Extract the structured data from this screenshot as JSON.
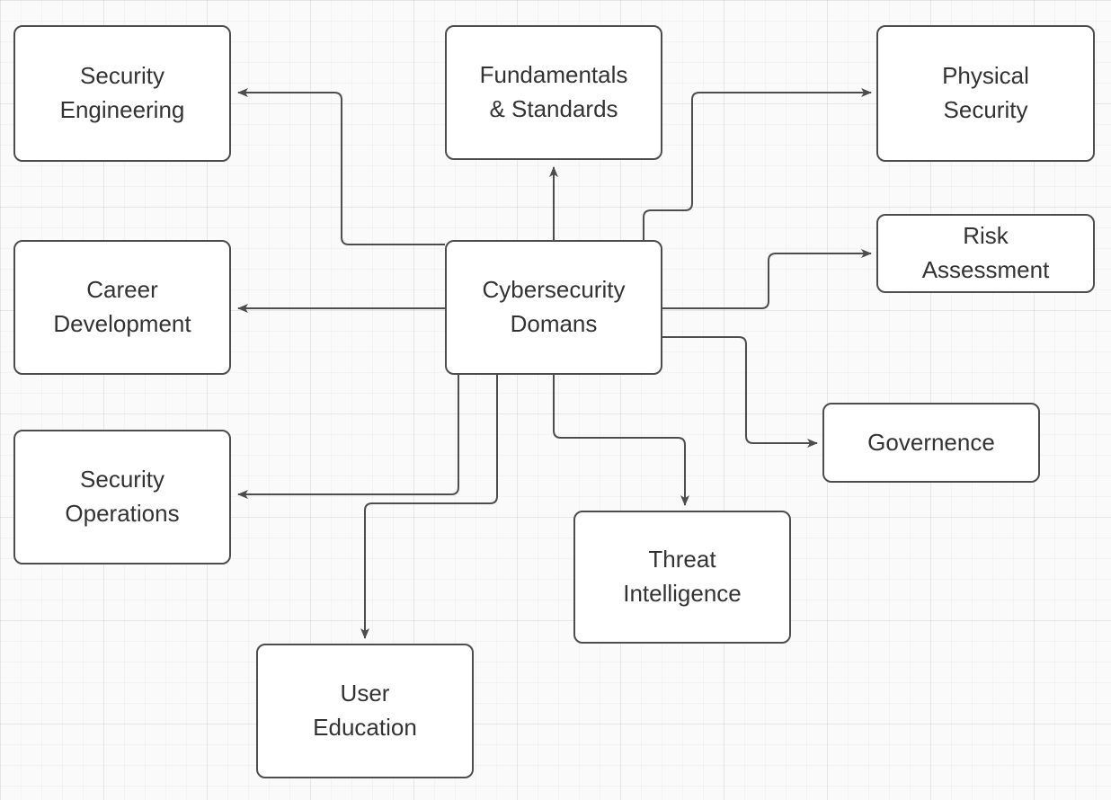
{
  "nodes": {
    "security_engineering": {
      "label": [
        "Security",
        "Engineering"
      ]
    },
    "fundamentals_standards": {
      "label": [
        "Fundamentals",
        "& Standards"
      ]
    },
    "physical_security": {
      "label": [
        "Physical",
        "Security"
      ]
    },
    "career_development": {
      "label": [
        "Career",
        "Development"
      ]
    },
    "cybersecurity_domans": {
      "label": [
        "Cybersecurity",
        "Domans"
      ]
    },
    "risk_assessment": {
      "label": [
        "Risk",
        "Assessment"
      ]
    },
    "security_operations": {
      "label": [
        "Security",
        "Operations"
      ]
    },
    "governence": {
      "label": [
        "Governence"
      ]
    },
    "threat_intelligence": {
      "label": [
        "Threat",
        "Intelligence"
      ]
    },
    "user_education": {
      "label": [
        "User",
        "Education"
      ]
    }
  },
  "edges": [
    {
      "from": "cybersecurity_domans",
      "to": "fundamentals_standards"
    },
    {
      "from": "cybersecurity_domans",
      "to": "security_engineering"
    },
    {
      "from": "cybersecurity_domans",
      "to": "physical_security"
    },
    {
      "from": "cybersecurity_domans",
      "to": "career_development"
    },
    {
      "from": "cybersecurity_domans",
      "to": "risk_assessment"
    },
    {
      "from": "cybersecurity_domans",
      "to": "governence"
    },
    {
      "from": "cybersecurity_domans",
      "to": "security_operations"
    },
    {
      "from": "cybersecurity_domans",
      "to": "threat_intelligence"
    },
    {
      "from": "cybersecurity_domans",
      "to": "user_education"
    }
  ],
  "colors": {
    "canvas": "#fafafa",
    "node_fill": "#ffffff",
    "node_border": "#4d4d4d",
    "connector": "#4d4d4d",
    "text": "#333333"
  }
}
